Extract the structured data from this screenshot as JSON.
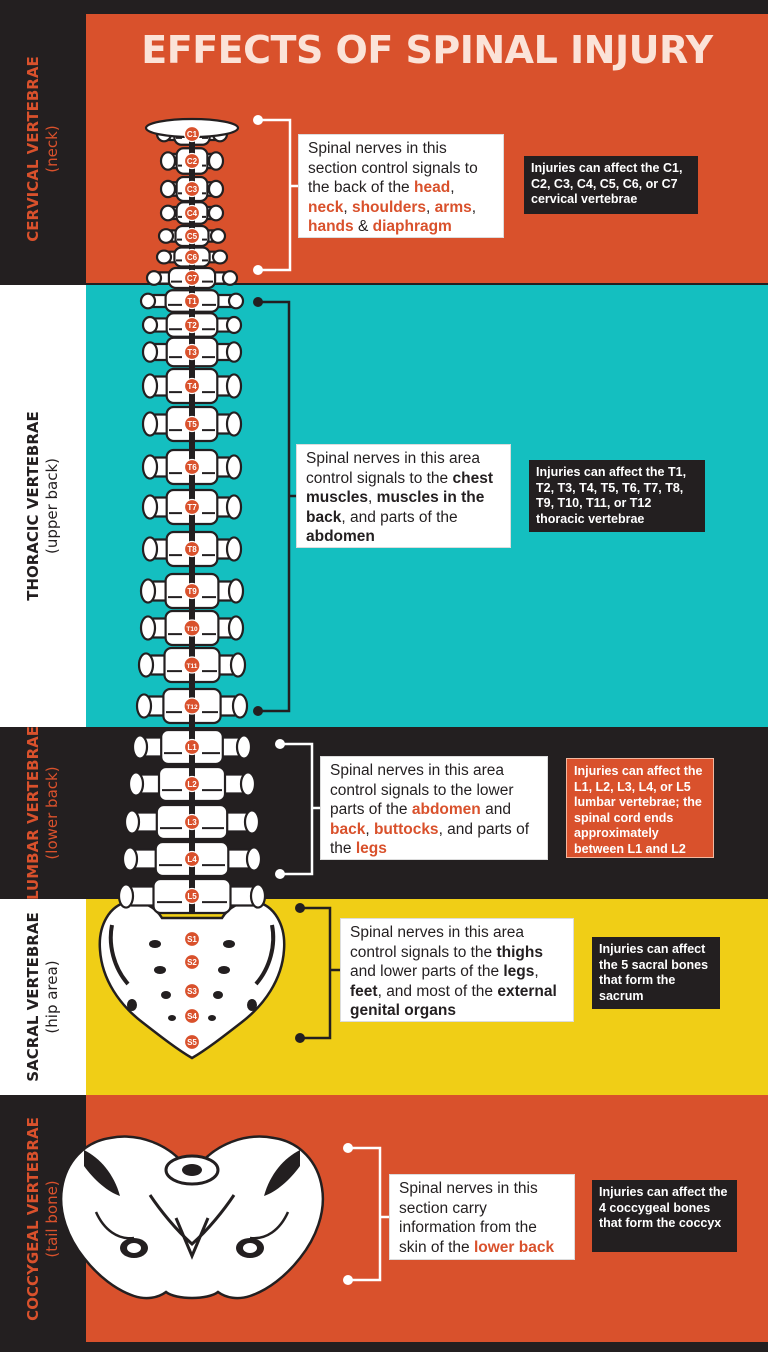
{
  "title": "EFFECTS OF SPINAL INJURY",
  "colors": {
    "orange": "#d9512c",
    "teal": "#14bfc0",
    "dark": "#231f20",
    "yellow": "#f0ce16",
    "white": "#ffffff"
  },
  "sections": [
    {
      "id": "cervical",
      "label": "CERVICAL VERTEBRAE",
      "sub": "(neck)",
      "info": [
        {
          "t": "Spinal nerves in this section control signals to the back of the "
        },
        {
          "t": "head",
          "h": 1
        },
        {
          "t": ", "
        },
        {
          "t": "neck",
          "h": 1
        },
        {
          "t": ", "
        },
        {
          "t": "shoulders",
          "h": 1
        },
        {
          "t": ", "
        },
        {
          "t": "arms",
          "h": 1
        },
        {
          "t": ", "
        },
        {
          "t": "hands",
          "h": 1
        },
        {
          "t": " & "
        },
        {
          "t": "diaphragm",
          "h": 1
        }
      ],
      "note": "Injuries can affect the C1, C2, C3, C4, C5, C6, or C7 cervical vertebrae"
    },
    {
      "id": "thoracic",
      "label": "THORACIC VERTEBRAE",
      "sub": "(upper back)",
      "info": [
        {
          "t": "Spinal nerves in this area control signals to the "
        },
        {
          "t": "chest muscles",
          "b": 1
        },
        {
          "t": ", "
        },
        {
          "t": "muscles in the back",
          "b": 1
        },
        {
          "t": ", and parts of the "
        },
        {
          "t": "abdomen",
          "b": 1
        }
      ],
      "note": "Injuries can affect the T1, T2, T3, T4, T5, T6, T7, T8, T9, T10, T11, or T12 thoracic vertebrae"
    },
    {
      "id": "lumbar",
      "label": "LUMBAR VERTEBRAE",
      "sub": "(lower back)",
      "info": [
        {
          "t": "Spinal nerves in this area control signals to the lower parts of the "
        },
        {
          "t": "abdomen",
          "h": 1
        },
        {
          "t": " and "
        },
        {
          "t": "back",
          "h": 1
        },
        {
          "t": ", "
        },
        {
          "t": "buttocks",
          "h": 1
        },
        {
          "t": ", and parts of the "
        },
        {
          "t": "legs",
          "h": 1
        }
      ],
      "note": "Injuries can affect the L1, L2, L3, L4, or L5 lumbar vertebrae; the spinal cord ends approximately between L1 and L2"
    },
    {
      "id": "sacral",
      "label": "SACRAL VERTEBRAE",
      "sub": "(hip area)",
      "info": [
        {
          "t": "Spinal nerves in this area control signals to the "
        },
        {
          "t": "thighs",
          "b": 1
        },
        {
          "t": " and lower parts of the "
        },
        {
          "t": "legs",
          "b": 1
        },
        {
          "t": ", "
        },
        {
          "t": "feet",
          "b": 1
        },
        {
          "t": ", and most of the "
        },
        {
          "t": "external genital organs",
          "b": 1
        }
      ],
      "note": "Injuries can affect the 5 sacral bones that form the sacrum"
    },
    {
      "id": "coccygeal",
      "label": "COCCYGEAL VERTEBRAE",
      "sub": "(tail bone)",
      "info": [
        {
          "t": "Spinal nerves in this section carry information from the skin of the "
        },
        {
          "t": "lower back",
          "h": 1
        }
      ],
      "note": "Injuries can affect the 4 coccygeal bones that form the coccyx"
    }
  ],
  "vertebrae": [
    "C1",
    "C2",
    "C3",
    "C4",
    "C5",
    "C6",
    "C7",
    "T1",
    "T2",
    "T3",
    "T4",
    "T5",
    "T6",
    "T7",
    "T8",
    "T9",
    "T10",
    "T11",
    "T12",
    "L1",
    "L2",
    "L3",
    "L4",
    "L5",
    "S1",
    "S2",
    "S3",
    "S4",
    "S5"
  ]
}
